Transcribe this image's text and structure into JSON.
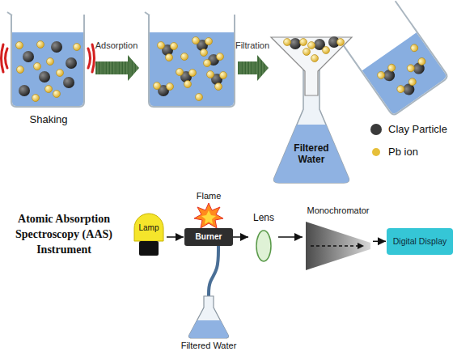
{
  "diagram": {
    "nodes": [
      {
        "text": [
          "Filtered Water"
        ]
      },
      {
        "text": [
          "Lamp"
        ]
      },
      {
        "text": [
          "Flame"
        ]
      },
      {
        "text": [
          "Burner"
        ]
      },
      {
        "text": [
          "Lens"
        ]
      },
      {
        "text": [
          "Monochromator"
        ]
      },
      {
        "text": [
          "Digital Display"
        ]
      },
      {
        "text": [
          "Filtered Water"
        ]
      }
    ],
    "edges": [
      {
        "from": 1,
        "to": 3,
        "arrow": "to"
      },
      {
        "from": 3,
        "to": 4,
        "arrow": "to"
      },
      {
        "from": 4,
        "to": 5,
        "arrow": "to"
      },
      {
        "from": 5,
        "to": 6,
        "arrow": "to"
      },
      {
        "from": 7,
        "to": 3,
        "arrow": "none"
      }
    ],
    "labels": [
      "Shaking",
      "Adsorption",
      "Filtration",
      "Atomic Absorption Spectroscopy (AAS) Instrument"
    ],
    "legend": [
      {
        "text": "Clay Particle",
        "color": "#3a3a3a"
      },
      {
        "text": "Pb ion",
        "color": "#e6bf3a"
      }
    ]
  }
}
